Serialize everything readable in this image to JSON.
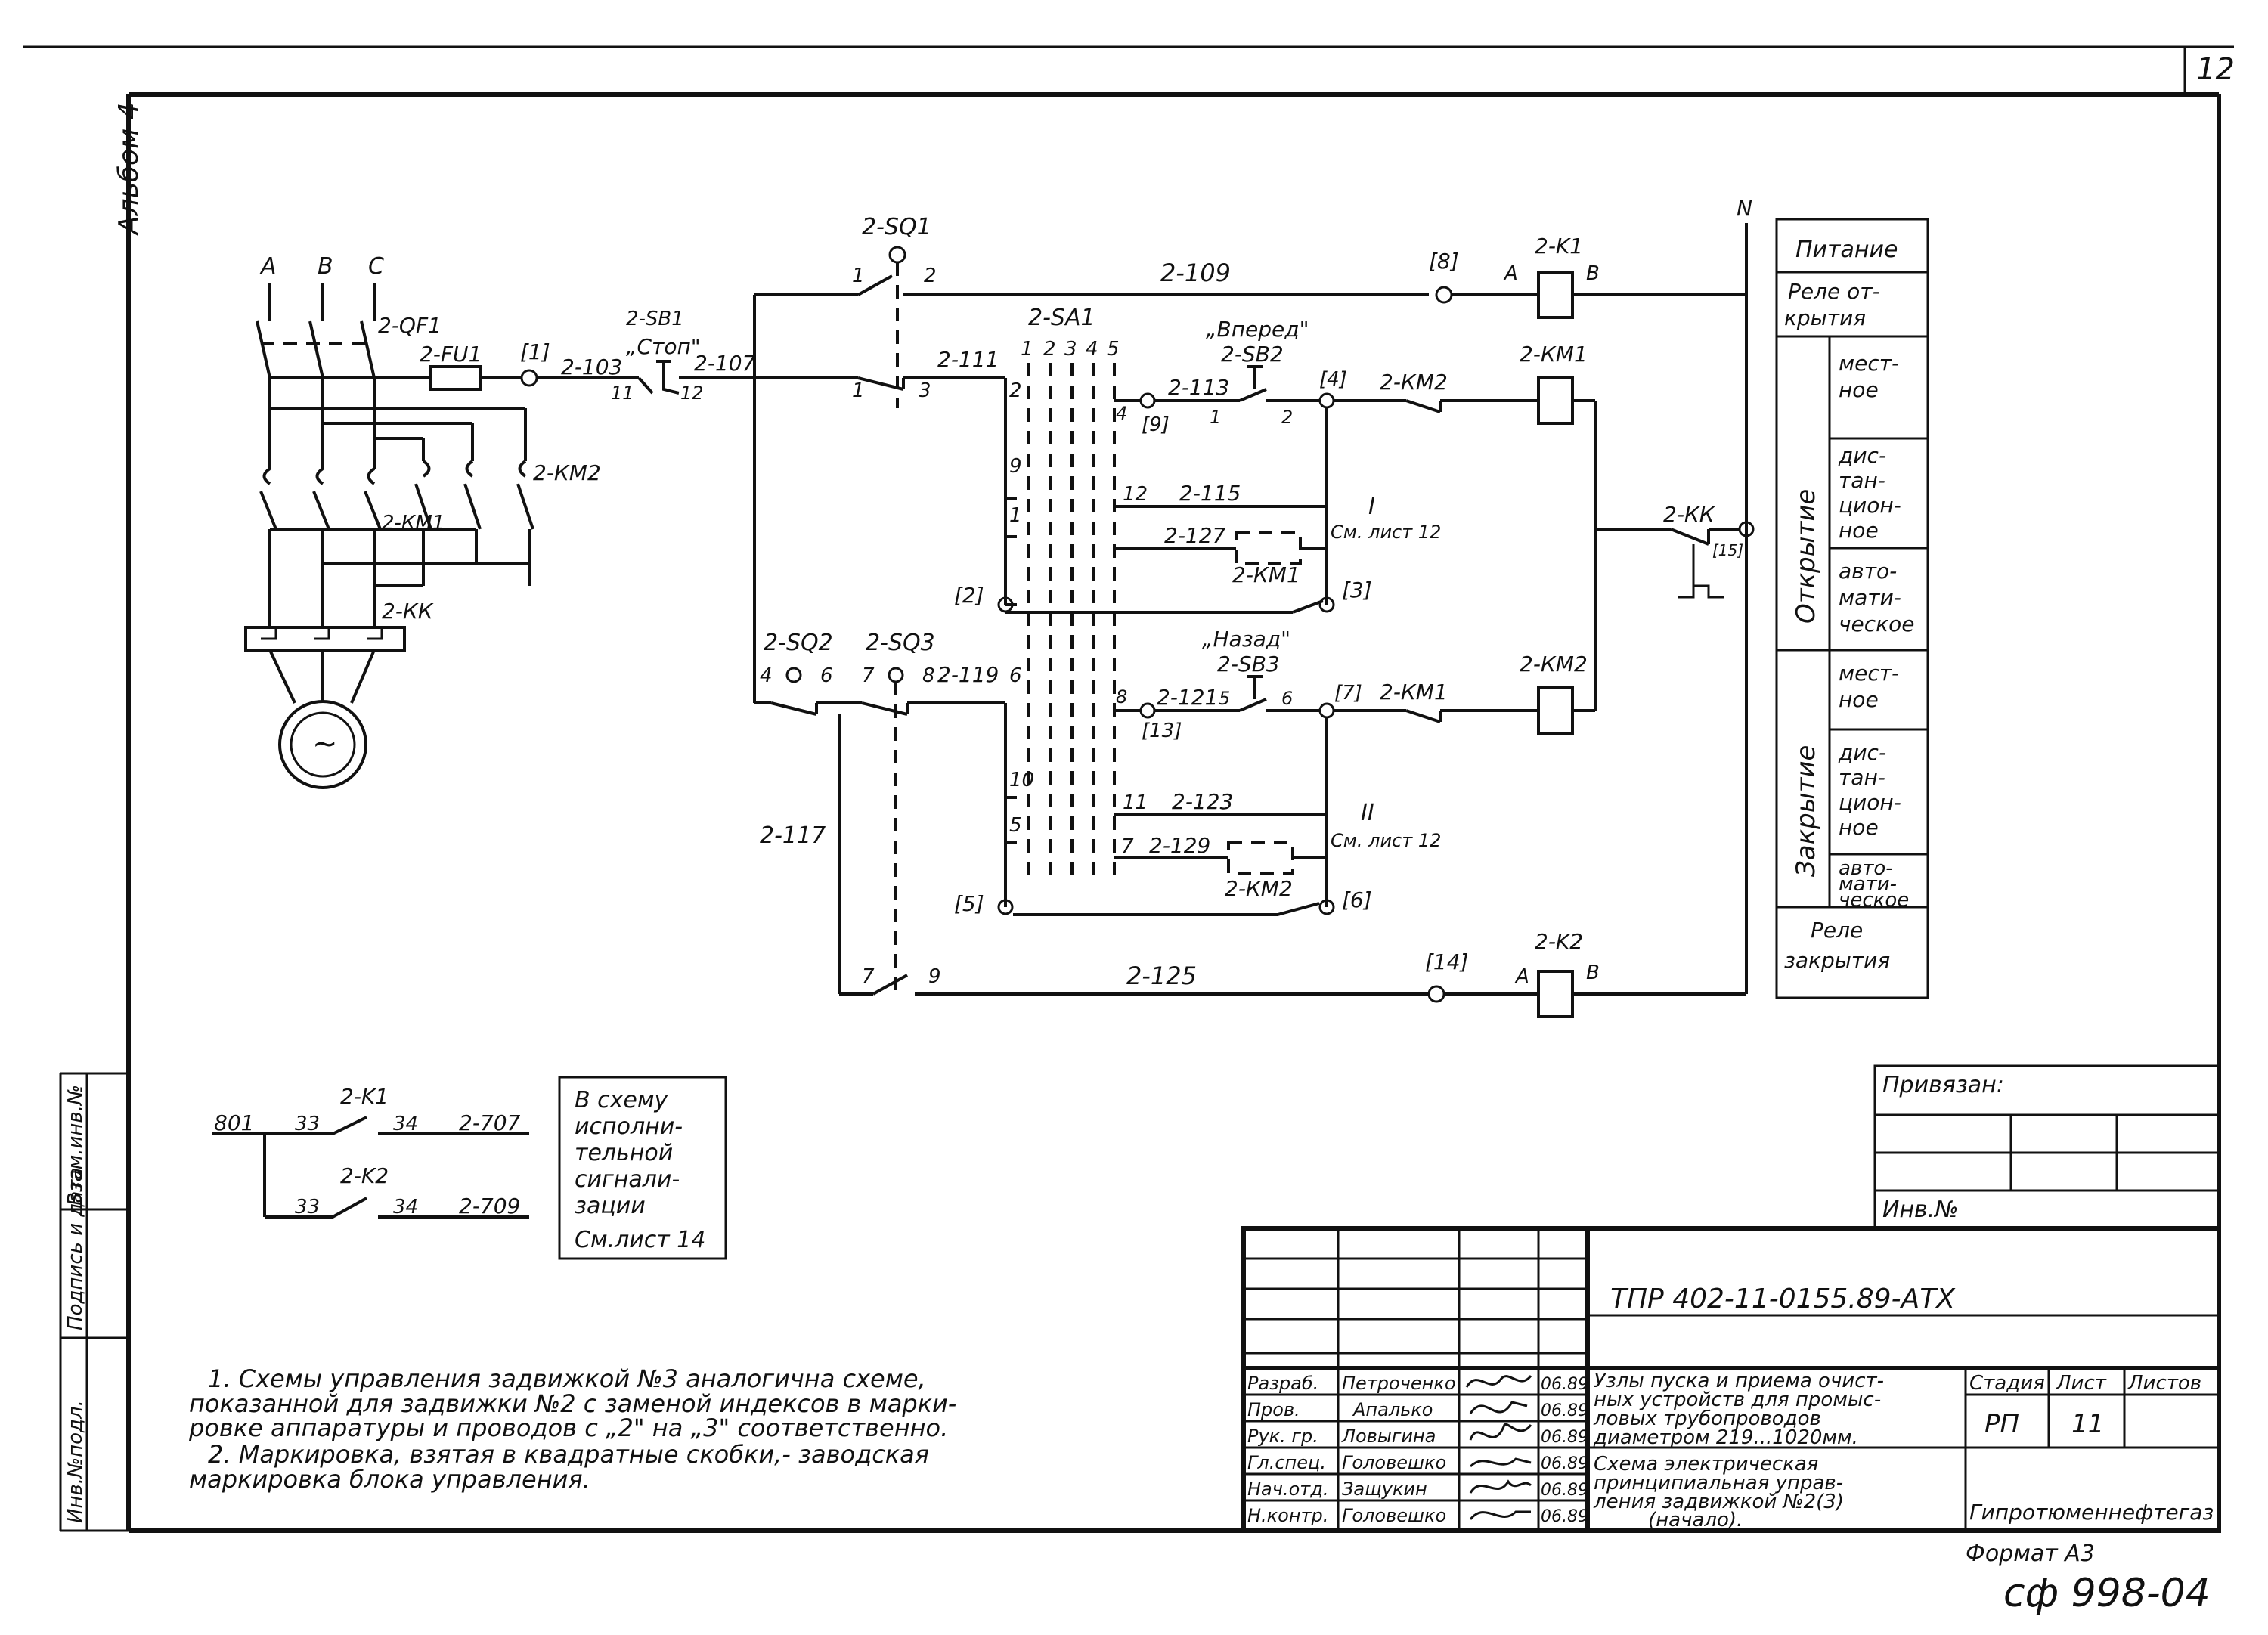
{
  "sheet": {
    "page_number": "12",
    "album": "Альбом 4",
    "side_stamps": [
      "Инв.№подл.",
      "Подпись и дата",
      "Взам.инв.№"
    ],
    "format": "Формат А3",
    "archive_code": "сф 998-04"
  },
  "power_circuit": {
    "phases": [
      "A",
      "B",
      "C"
    ],
    "breaker": "2-QF1",
    "fuse": "2-FU1",
    "km1": "2-КМ1",
    "km2": "2-КМ2",
    "thermal": "2-КК",
    "motor_symbol": "~"
  },
  "control_circuit": {
    "neutral": "N",
    "wires": {
      "w103": "2-103",
      "w107": "2-107",
      "w109": "2-109",
      "w111": "2-111",
      "w113": "2-113",
      "w115": "2-115",
      "w117": "2-117",
      "w119": "2-119",
      "w121": "2-121",
      "w123": "2-123",
      "w125": "2-125",
      "w127": "2-127",
      "w129": "2-129"
    },
    "terminals": {
      "t1": "[1]",
      "t2": "[2]",
      "t3": "[3]",
      "t4": "[4]",
      "t5": "[5]",
      "t6": "[6]",
      "t7": "[7]",
      "t8": "[8]",
      "t9": "[9]",
      "t13": "[13]",
      "t14": "[14]",
      "t15": "[15]"
    },
    "components": {
      "sb1": "2-SB1",
      "stop": "„Стоп\"",
      "sq1": "2-SQ1",
      "sq2": "2-SQ2",
      "sq3": "2-SQ3",
      "sa1": "2-SA1",
      "sb2": "2-SB2",
      "forward": "„Вперед\"",
      "sb3": "2-SB3",
      "back": "„Назад\"",
      "k1": "2-K1",
      "k2": "2-K2",
      "km1": "2-КМ1",
      "km2": "2-КМ2",
      "kk": "2-КК"
    },
    "sa_positions": [
      "1",
      "2",
      "3",
      "4",
      "5"
    ],
    "pins": {
      "p1": "1",
      "p2": "2",
      "p3": "3",
      "p4": "4",
      "p5": "5",
      "p6": "6",
      "p7": "7",
      "p8": "8",
      "p9": "9",
      "p10": "10",
      "p11": "11",
      "p12": "12"
    },
    "contact_ends": {
      "a": "A",
      "b": "B"
    },
    "ref_I": "I",
    "ref_II": "II",
    "see_sheet_12": "См. лист 12"
  },
  "signal_circuit": {
    "w801": "801",
    "n33": "33",
    "n34": "34",
    "w707": "2-707",
    "w709": "2-709",
    "k1": "2-K1",
    "k2": "2-K2",
    "note_lines": [
      "В схему",
      "исполни-",
      "тельной",
      "сигнали-",
      "зации"
    ],
    "see_sheet": "См.лист 14"
  },
  "legend": {
    "power": "Питание",
    "relay_open": [
      "Реле от-",
      "крытия"
    ],
    "opening": "Открытие",
    "closing": "Закрытие",
    "local": [
      "мест-",
      "ное"
    ],
    "remote": [
      "дис-",
      "тан-",
      "цион-",
      "ное"
    ],
    "auto": [
      "авто-",
      "мати-",
      "ческое"
    ],
    "relay_close": [
      "Реле",
      "закрытия"
    ]
  },
  "notes": [
    "1. Схемы управления задвижкой №3 аналогична схеме,",
    "показанной для задвижки №2 с заменой индексов в марки-",
    "ровке аппаратуры и проводов с „2\" на „3\" соответственно.",
    "2. Маркировка, взятая в квадратные скобки,- заводская",
    "маркировка блока управления."
  ],
  "title_block": {
    "bound_label": "Привязан:",
    "inv_label": "Инв.№",
    "doc_code": "ТПР 402-11-0155.89-АТХ",
    "roles": [
      {
        "role": "Разраб.",
        "name": "Петроченко",
        "date": "06.89"
      },
      {
        "role": "Пров.",
        "name": "Апалько",
        "date": "06.89"
      },
      {
        "role": "Рук. гр.",
        "name": "Ловыгина",
        "date": "06.89"
      },
      {
        "role": "Гл.спец.",
        "name": "Головешко",
        "date": "06.89"
      },
      {
        "role": "Нач.отд.",
        "name": "Защукин",
        "date": "06.89"
      },
      {
        "role": "Н.контр.",
        "name": "Головешко",
        "date": "06.89"
      }
    ],
    "project_lines": [
      "Узлы пуска и приема очист-",
      "ных устройств для промыс-",
      "ловых трубопроводов",
      "диаметром 219...1020мм."
    ],
    "sheet_title_lines": [
      "Схема электрическая",
      "принципиальная управ-",
      "ления задвижкой №2(3)",
      "(начало)."
    ],
    "stage_label": "Стадия",
    "sheet_label": "Лист",
    "sheets_label": "Листов",
    "stage": "РП",
    "sheet_no": "11",
    "org": "Гипротюменнефтегаз"
  }
}
